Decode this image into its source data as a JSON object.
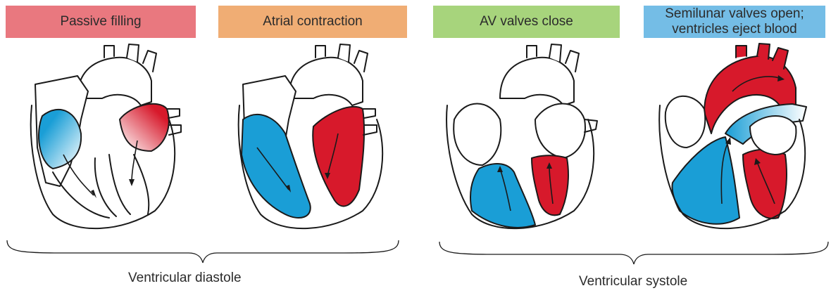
{
  "colors": {
    "passive_filling": "#e9787f",
    "atrial_contraction": "#f0ad74",
    "av_valves_close": "#a7d47c",
    "semilunar_open": "#74bde6",
    "blood_blue": "#1a9ed6",
    "blood_red": "#d7192b",
    "outline": "#1a1a1a"
  },
  "stages": [
    {
      "label": "Passive filling"
    },
    {
      "label": "Atrial contraction"
    },
    {
      "label": "AV valves close"
    },
    {
      "label": "Semilunar valves open; ventricles eject blood"
    }
  ],
  "phases": {
    "diastole": "Ventricular diastole",
    "systole": "Ventricular systole"
  }
}
